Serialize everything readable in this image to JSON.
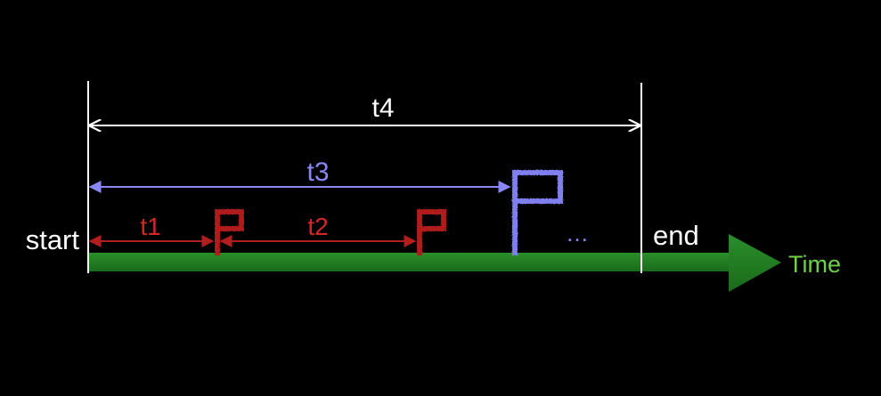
{
  "labels": {
    "start": "start",
    "end": "end",
    "axis": "Time",
    "t1": "t1",
    "t2": "t2",
    "t3": "t3",
    "t4": "t4",
    "ellipsis": "…"
  },
  "colors": {
    "background": "#000000",
    "timeline": "#1f7d1f",
    "time_label": "#6fd04a",
    "red_flag": "#b01e1e",
    "red_text": "#d32828",
    "blue_flag": "#7f7ff0",
    "blue_text": "#8a86f5",
    "white": "#ffffff"
  },
  "icons": {
    "red_flag": "flag-icon",
    "blue_flag": "flag-icon"
  }
}
